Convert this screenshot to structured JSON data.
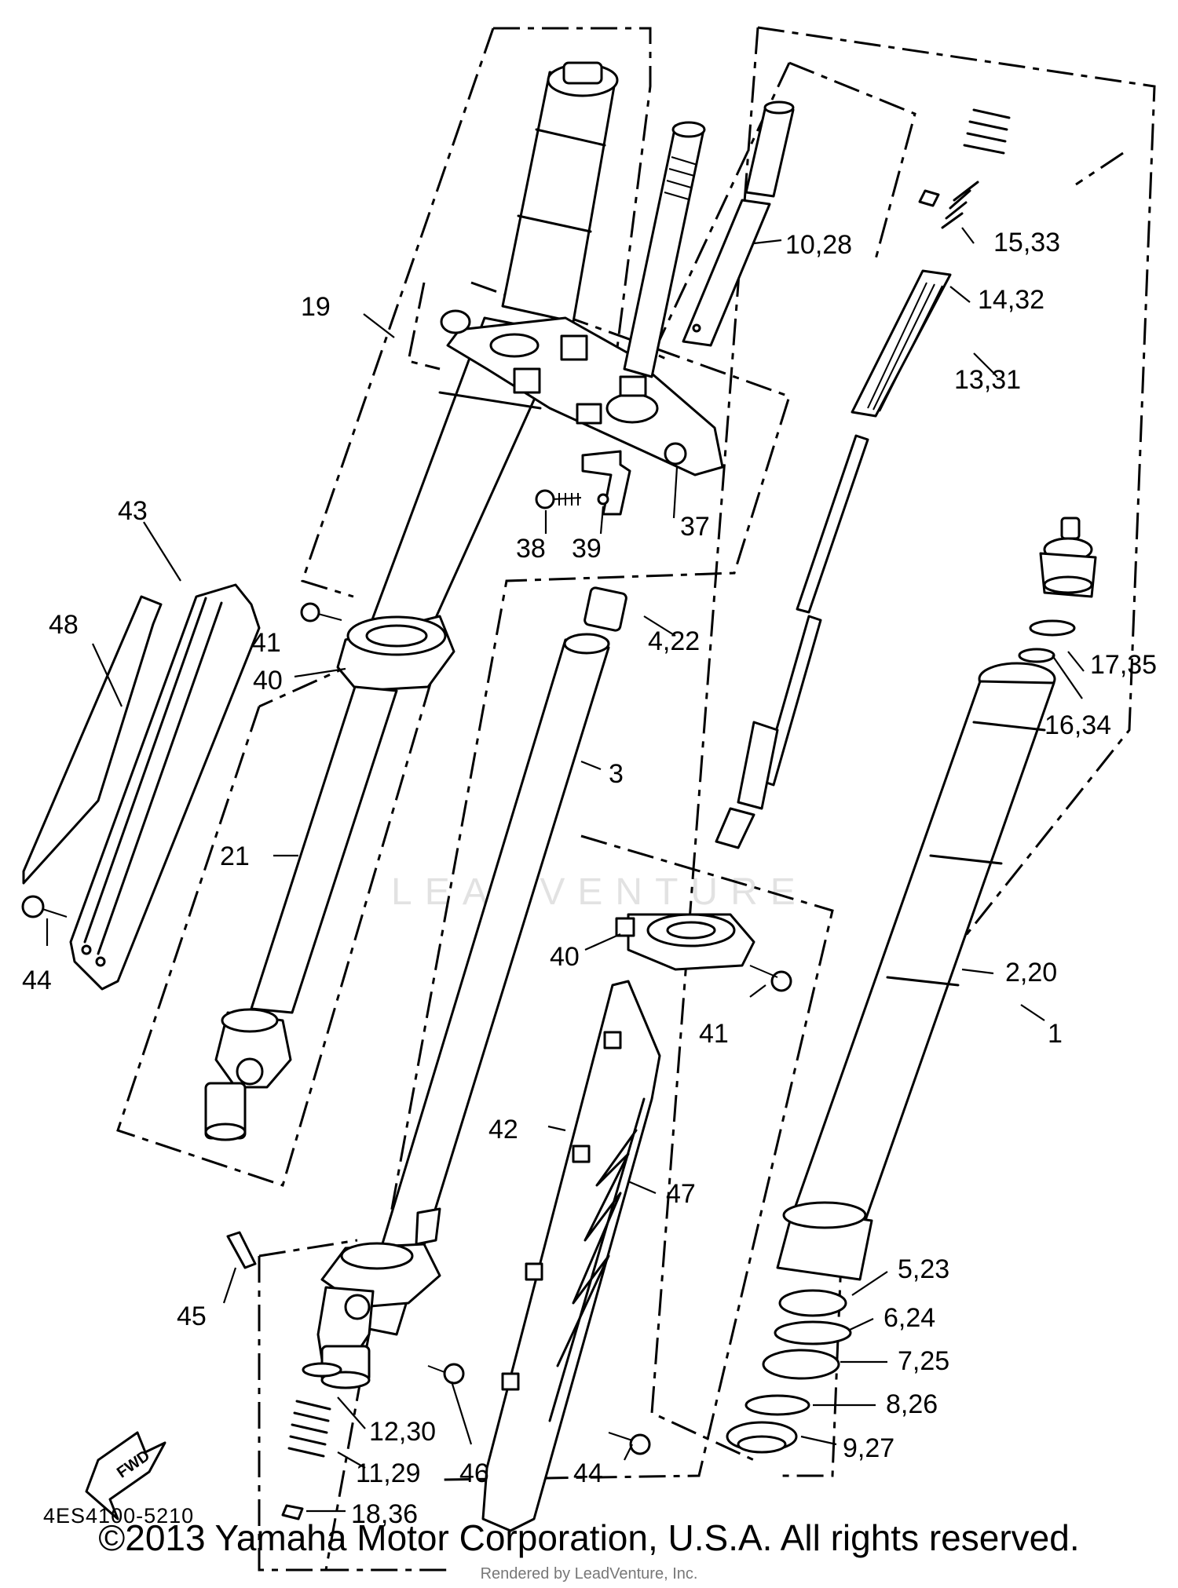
{
  "diagram": {
    "part_code": "4ES4100-5210",
    "fwd_label": "FWD",
    "watermark": "LEADVENTURE",
    "copyright": "©2013 Yamaha Motor Corporation, U.S.A. All rights reserved.",
    "rendered_by": "Rendered by LeadVenture, Inc.",
    "callouts": [
      {
        "id": "c-1",
        "text": "1"
      },
      {
        "id": "c-2-20",
        "text": "2,20"
      },
      {
        "id": "c-3",
        "text": "3"
      },
      {
        "id": "c-4-22",
        "text": "4,22"
      },
      {
        "id": "c-5-23",
        "text": "5,23"
      },
      {
        "id": "c-6-24",
        "text": "6,24"
      },
      {
        "id": "c-7-25",
        "text": "7,25"
      },
      {
        "id": "c-8-26",
        "text": "8,26"
      },
      {
        "id": "c-9-27",
        "text": "9,27"
      },
      {
        "id": "c-10-28",
        "text": "10,28"
      },
      {
        "id": "c-11-29",
        "text": "11,29"
      },
      {
        "id": "c-12-30",
        "text": "12,30"
      },
      {
        "id": "c-13-31",
        "text": "13,31"
      },
      {
        "id": "c-14-32",
        "text": "14,32"
      },
      {
        "id": "c-15-33",
        "text": "15,33"
      },
      {
        "id": "c-16-34",
        "text": "16,34"
      },
      {
        "id": "c-17-35",
        "text": "17,35"
      },
      {
        "id": "c-18-36",
        "text": "18,36"
      },
      {
        "id": "c-19",
        "text": "19"
      },
      {
        "id": "c-21",
        "text": "21"
      },
      {
        "id": "c-37",
        "text": "37"
      },
      {
        "id": "c-38",
        "text": "38"
      },
      {
        "id": "c-39",
        "text": "39"
      },
      {
        "id": "c-40a",
        "text": "40"
      },
      {
        "id": "c-40b",
        "text": "40"
      },
      {
        "id": "c-41a",
        "text": "41"
      },
      {
        "id": "c-41b",
        "text": "41"
      },
      {
        "id": "c-42",
        "text": "42"
      },
      {
        "id": "c-43",
        "text": "43"
      },
      {
        "id": "c-44a",
        "text": "44"
      },
      {
        "id": "c-44b",
        "text": "44"
      },
      {
        "id": "c-45",
        "text": "45"
      },
      {
        "id": "c-46",
        "text": "46"
      },
      {
        "id": "c-47",
        "text": "47"
      },
      {
        "id": "c-48",
        "text": "48"
      }
    ]
  }
}
